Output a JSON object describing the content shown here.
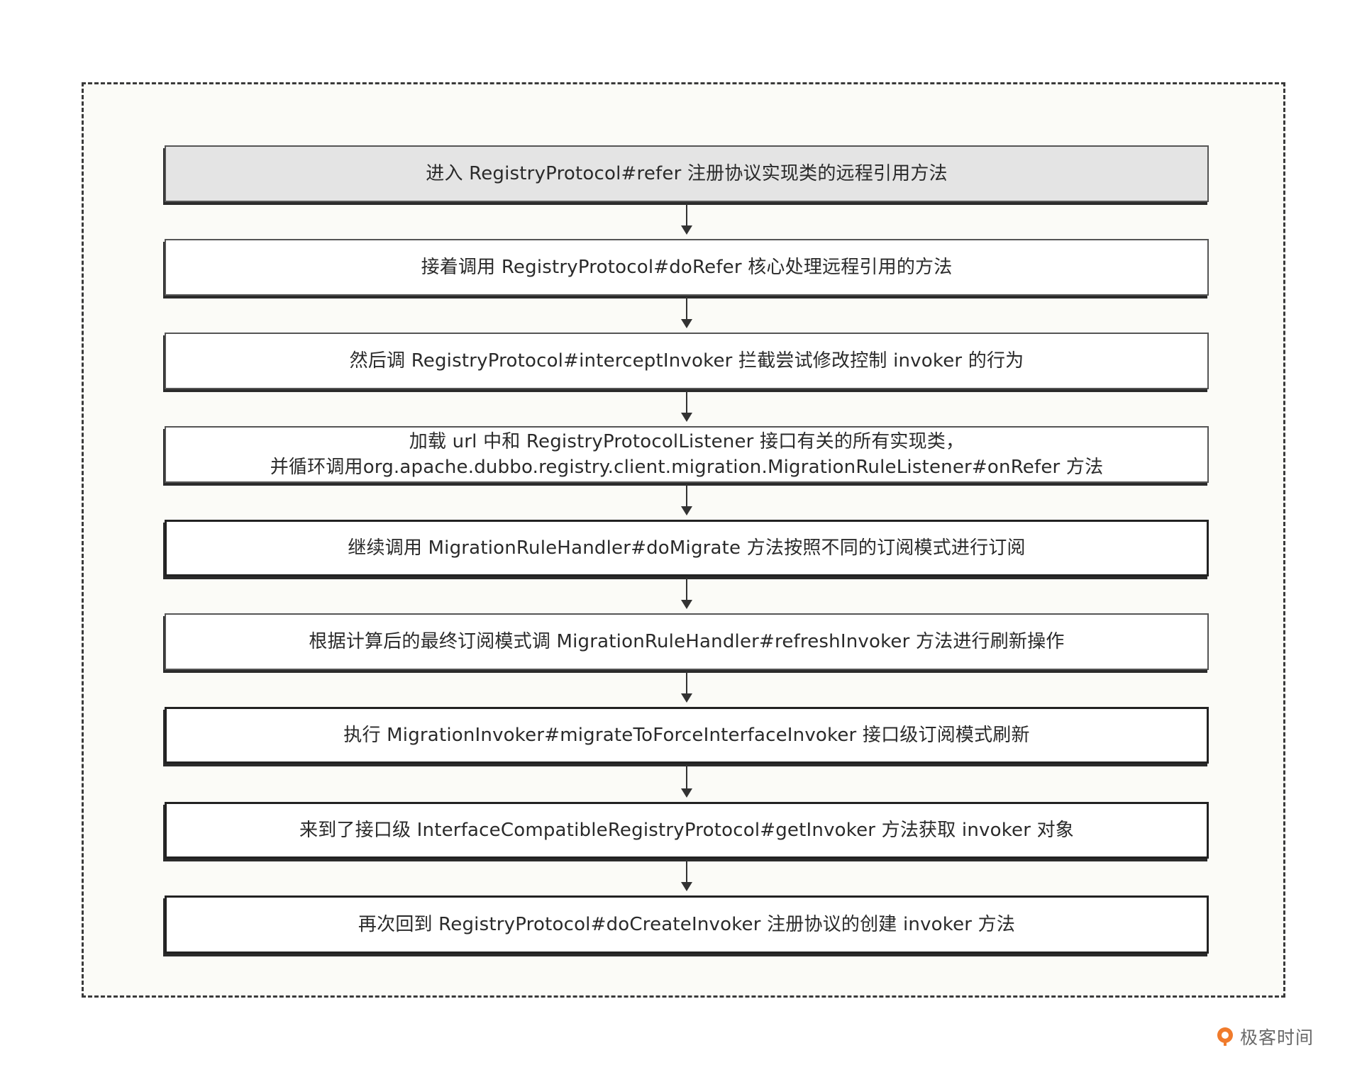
{
  "steps": [
    {
      "lines": [
        "进入 RegistryProtocol#refer 注册协议实现类的远程引用方法"
      ]
    },
    {
      "lines": [
        "接着调用 RegistryProtocol#doRefer 核心处理远程引用的方法"
      ]
    },
    {
      "lines": [
        "然后调 RegistryProtocol#interceptInvoker 拦截尝试修改控制 invoker 的行为"
      ]
    },
    {
      "lines": [
        "加载 url 中和 RegistryProtocolListener 接口有关的所有实现类，",
        "并循环调用org.apache.dubbo.registry.client.migration.MigrationRuleListener#onRefer 方法"
      ]
    },
    {
      "lines": [
        "继续调用 MigrationRuleHandler#doMigrate 方法按照不同的订阅模式进行订阅"
      ]
    },
    {
      "lines": [
        "根据计算后的最终订阅模式调 MigrationRuleHandler#refreshInvoker 方法进行刷新操作"
      ]
    },
    {
      "lines": [
        "执行 MigrationInvoker#migrateToForceInterfaceInvoker 接口级订阅模式刷新"
      ]
    },
    {
      "lines": [
        "来到了接口级 InterfaceCompatibleRegistryProtocol#getInvoker 方法获取 invoker 对象"
      ]
    },
    {
      "lines": [
        "再次回到 RegistryProtocol#doCreateInvoker 注册协议的创建 invoker 方法"
      ]
    }
  ],
  "logo": {
    "text": "极客时间",
    "icon": "geektime-logo-icon",
    "color": "#f07b2c"
  },
  "colors": {
    "first_step_fill": "#e4e4e4",
    "step_fill": "#ffffff",
    "frame_fill": "#fbfbf7"
  }
}
